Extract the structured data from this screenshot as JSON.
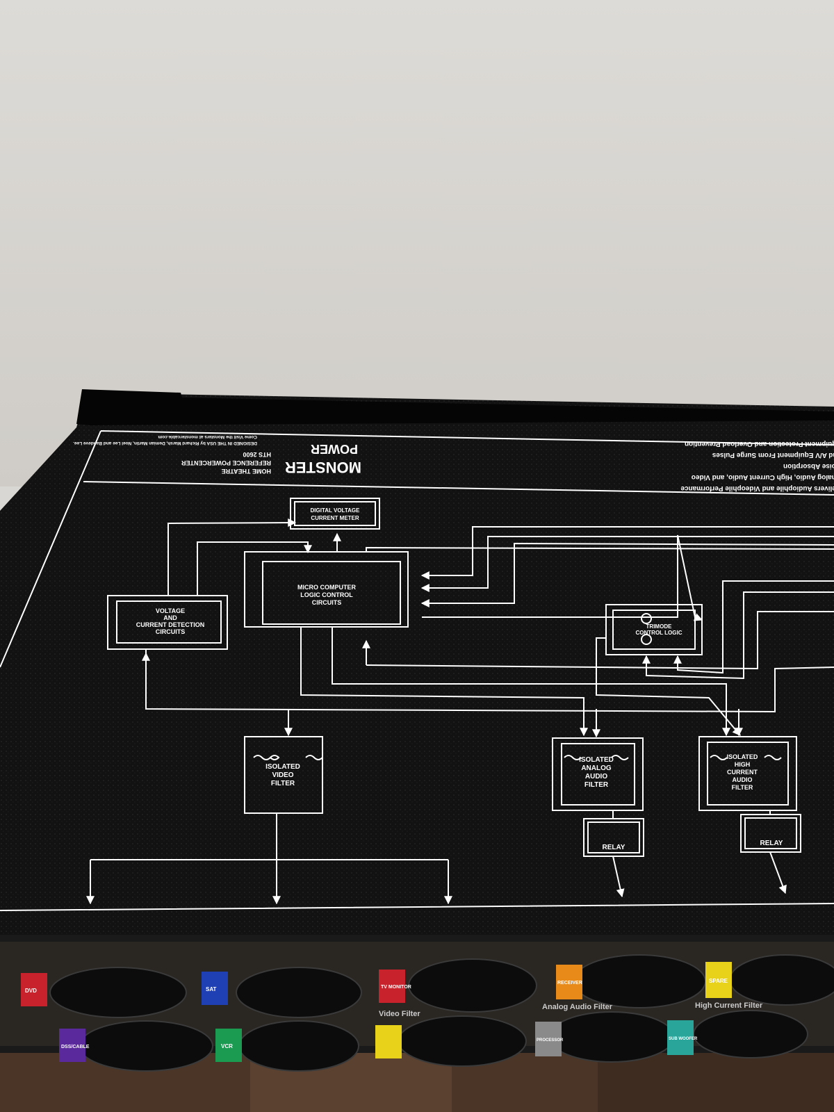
{
  "panel": {
    "brand_line1": "MONSTER",
    "brand_line2": "POWER",
    "model_line1": "HOME THEATRE",
    "model_line2": "REFERENCE POWERCENTER",
    "model_code": "HTS 2600",
    "credit_line1": "DESIGNED IN THE USA by Richard Marsh, Demian Martin, Noel Lee and Bandeve Lee.",
    "credit_line2": "Come Visit the Monsters at monstercable.com",
    "feature_1": "Delivers Audiophile and Videophile Performance",
    "feature_2": "Analog Audio, High Current Audio, and Video",
    "feature_3": "Noise Absorption",
    "feature_4": "and A/V Equipment From Surge Pulses",
    "feature_5": "Equipment Protection and Overload Prevention"
  },
  "blocks": {
    "digital_meter": [
      "DIGITAL VOLTAGE",
      "CURRENT METER"
    ],
    "micro_computer": [
      "MICRO COMPUTER",
      "LOGIC CONTROL",
      "CIRCUITS"
    ],
    "voltage_detect": [
      "VOLTAGE",
      "AND",
      "CURRENT DETECTION",
      "CIRCUITS"
    ],
    "trimode": [
      "TRIMODE",
      "CONTROL LOGIC"
    ],
    "video_filter": [
      "ISOLATED",
      "VIDEO",
      "FILTER"
    ],
    "analog_filter": [
      "ISOLATED",
      "ANALOG",
      "AUDIO",
      "FILTER"
    ],
    "hc_filter": [
      "ISOLATED",
      "HIGH",
      "CURRENT",
      "AUDIO",
      "FILTER"
    ],
    "relay_label": "RELAY"
  },
  "outlets": {
    "labels": [
      "DVD",
      "SAT",
      "TV MONITOR",
      "RECEIVER",
      "SPARE",
      "DSS/CABLE",
      "VCR",
      "PROCESSOR",
      "SUB WOOFER"
    ],
    "zone_labels": [
      "Video Filter",
      "Analog Audio Filter",
      "High Current Filter"
    ],
    "colors": {
      "red": "#c8232c",
      "blue": "#1f3fb5",
      "purple": "#5a2a9c",
      "green": "#1b9a52",
      "yellow": "#e8d21a",
      "orange": "#e88a1a",
      "teal": "#2aa59a",
      "grey": "#8a8a8a"
    }
  }
}
